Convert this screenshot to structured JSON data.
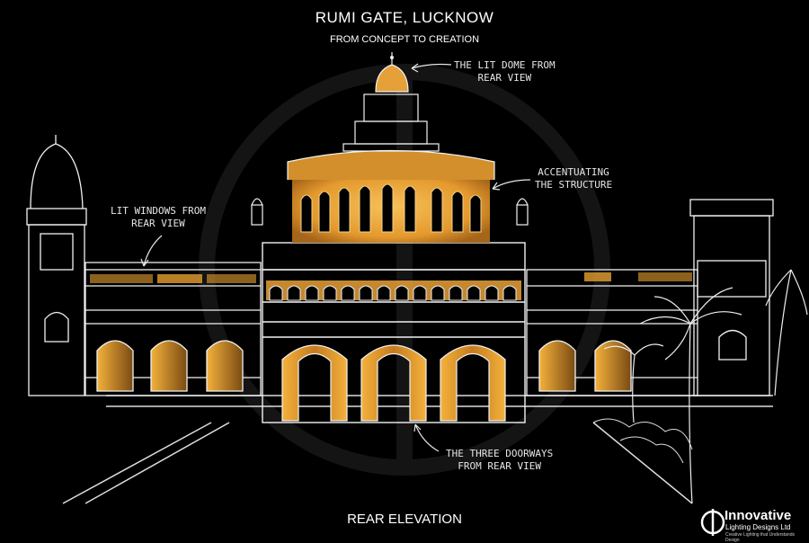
{
  "header": {
    "title": "RUMI GATE, LUCKNOW",
    "subtitle": "FROM CONCEPT TO CREATION"
  },
  "annotations": {
    "dome": [
      "THE LIT DOME FROM",
      "REAR VIEW"
    ],
    "structure": [
      "ACCENTUATING",
      "THE STRUCTURE"
    ],
    "windows": [
      "LIT WINDOWS FROM",
      "REAR VIEW"
    ],
    "doorways": [
      "THE THREE DOORWAYS",
      "FROM REAR VIEW"
    ]
  },
  "footer": {
    "caption": "REAR ELEVATION"
  },
  "logo": {
    "name": "Innovative",
    "line2": "Lighting Designs Ltd",
    "tagline": "Creative Lighting that Understands Design"
  },
  "colors": {
    "background": "#000000",
    "sketch_line": "#f2f2f2",
    "glow": "#f0a830",
    "glow_deep": "#b8721a"
  }
}
